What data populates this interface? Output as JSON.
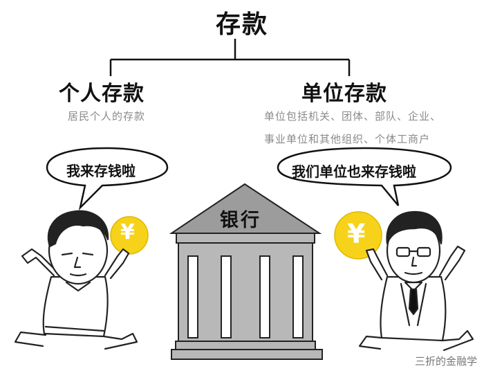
{
  "title": "存款",
  "categories": [
    {
      "name": "个人存款",
      "description": [
        "居民个人的存款"
      ],
      "speech": "我来存钱啦"
    },
    {
      "name": "单位存款",
      "description": [
        "单位包括机关、团体、部队、企业、",
        "事业单位和其他组织、个体工商户"
      ],
      "speech": "我们单位也来存钱啦"
    }
  ],
  "bank_label": "银行",
  "coin_symbol": "¥",
  "watermark": "三折的金融学",
  "colors": {
    "coin": "#f6d21b",
    "bank_roof": "#9c9c9c",
    "bank_body": "#b8b8b8",
    "bank_column": "#ffffff",
    "description": "#8a8a8a"
  }
}
